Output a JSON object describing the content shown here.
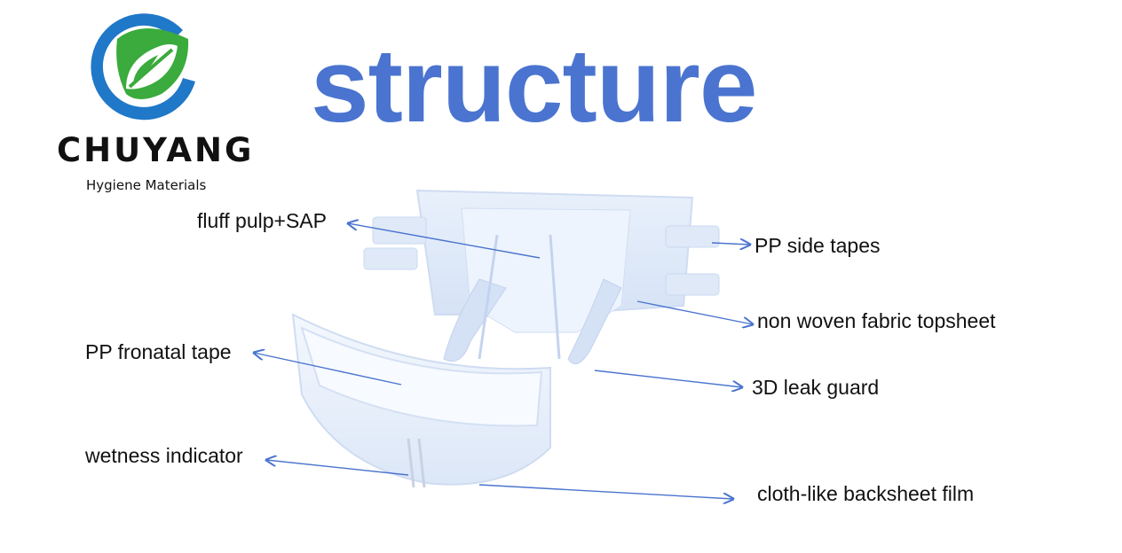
{
  "logo": {
    "name": "CHUYANG",
    "tagline": "Hygiene Materials",
    "colors": {
      "blue_ring": "#1f78c8",
      "green_leaf": "#3aab3c"
    }
  },
  "title": "structure",
  "title_color": "#4a74cf",
  "arrow_color": "#4a74cf",
  "callouts": [
    {
      "id": "fluff",
      "label": "fluff pulp+SAP",
      "side": "left"
    },
    {
      "id": "side_tapes",
      "label": "PP side tapes",
      "side": "right"
    },
    {
      "id": "topsheet",
      "label": "non woven fabric topsheet",
      "side": "right"
    },
    {
      "id": "frontal",
      "label": "PP fronatal tape",
      "side": "left"
    },
    {
      "id": "leak_guard",
      "label": "3D leak guard",
      "side": "right"
    },
    {
      "id": "wetness",
      "label": "wetness indicator",
      "side": "left"
    },
    {
      "id": "backsheet",
      "label": "cloth-like backsheet film",
      "side": "right"
    }
  ]
}
